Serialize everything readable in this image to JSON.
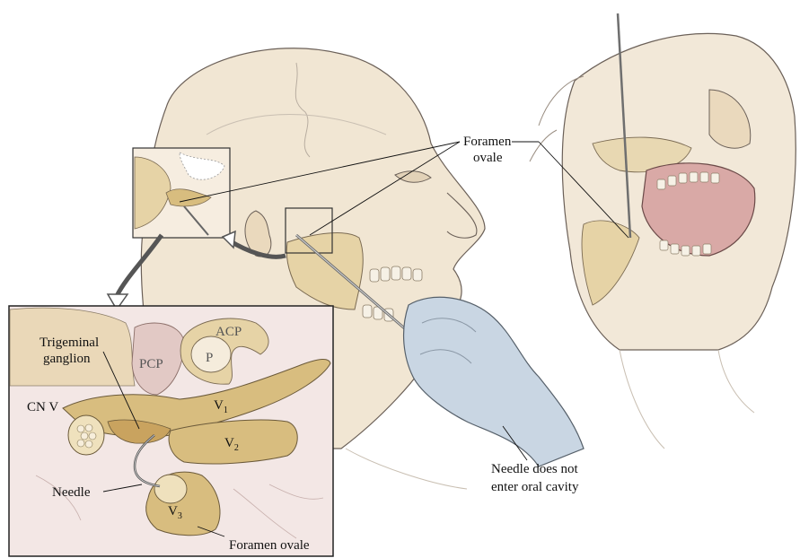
{
  "labels": {
    "foramen_ovale_top_line1": "Foramen",
    "foramen_ovale_top_line2": "ovale",
    "needle_note_line1": "Needle does not",
    "needle_note_line2": "enter oral cavity",
    "trigeminal_line1": "Trigeminal",
    "trigeminal_line2": "ganglion",
    "acp": "ACP",
    "pcp": "PCP",
    "p": "P",
    "cn_v": "CN V",
    "v": "V",
    "v1_sub": "1",
    "v2_sub": "2",
    "v3_sub": "3",
    "needle": "Needle",
    "foramen_ovale_bottom": "Foramen ovale"
  },
  "colors": {
    "skin": "#efe3cf",
    "bone": "#e6d3a6",
    "nerve": "#d8bd7f",
    "glove": "#c9d6e3",
    "mouth": "#d9a9a6",
    "outline": "#5a5048",
    "leader": "#111111"
  }
}
